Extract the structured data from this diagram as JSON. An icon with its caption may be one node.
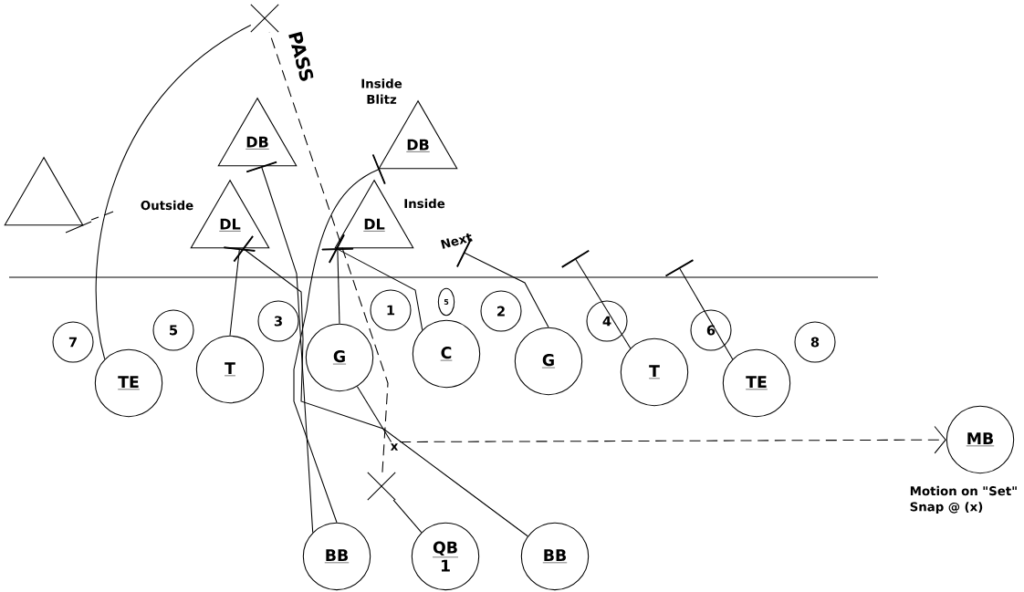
{
  "diagram": {
    "nodes": [
      {
        "text": [],
        "shape": "triangle"
      },
      {
        "text": [
          "DB"
        ]
      },
      {
        "text": [
          "DB"
        ]
      },
      {
        "text": [
          "DL"
        ]
      },
      {
        "text": [
          "DL"
        ]
      },
      {
        "text": [
          "7"
        ]
      },
      {
        "text": [
          "5"
        ]
      },
      {
        "text": [
          "3"
        ]
      },
      {
        "text": [
          "1"
        ]
      },
      {
        "text": [
          "5"
        ]
      },
      {
        "text": [
          "2"
        ]
      },
      {
        "text": [
          "4"
        ]
      },
      {
        "text": [
          "6"
        ]
      },
      {
        "text": [
          "8"
        ]
      },
      {
        "text": [
          "TE"
        ]
      },
      {
        "text": [
          "T"
        ]
      },
      {
        "text": [
          "G"
        ]
      },
      {
        "text": [
          "C"
        ]
      },
      {
        "text": [
          "G"
        ]
      },
      {
        "text": [
          "T"
        ]
      },
      {
        "text": [
          "TE"
        ]
      },
      {
        "text": [
          "MB"
        ],
        "beside": [
          "Motion on \"Set\" Snap @ (x)"
        ]
      },
      {
        "text": [
          "BB"
        ]
      },
      {
        "text": [
          "QB",
          "1"
        ]
      },
      {
        "text": [
          "BB"
        ]
      },
      {
        "text": [],
        "shape": "cross"
      },
      {
        "text": [],
        "shape": "cross"
      },
      {
        "text": [
          "x"
        ]
      },
      {
        "text": [
          "Next"
        ]
      }
    ],
    "edges": [
      {
        "from": 14,
        "to": 25,
        "arrow": "none"
      },
      {
        "from": 15,
        "to": 3,
        "arrow": "other"
      },
      {
        "from": 16,
        "to": 4,
        "arrow": "other"
      },
      {
        "from": 17,
        "to": 4,
        "arrow": "other"
      },
      {
        "from": 18,
        "to": 28,
        "arrow": "other"
      },
      {
        "from": 19,
        "to": null,
        "arrow": "other"
      },
      {
        "from": 20,
        "to": null,
        "arrow": "other"
      },
      {
        "from": 22,
        "to": 1,
        "arrow": "other"
      },
      {
        "from": 22,
        "to": 2,
        "arrow": "other"
      },
      {
        "from": 24,
        "to": 3,
        "arrow": "other"
      },
      {
        "from": 23,
        "to": 26,
        "arrow": "none"
      },
      {
        "from": 27,
        "to": 21,
        "arrow": "to",
        "style": "dashed"
      },
      {
        "from": 16,
        "to": 27,
        "arrow": "none"
      },
      {
        "from": 26,
        "to": 25,
        "arrow": "none",
        "style": "dashed"
      }
    ],
    "labels": [
      "PASS",
      "Inside Blitz",
      "Outside",
      "Inside"
    ]
  }
}
